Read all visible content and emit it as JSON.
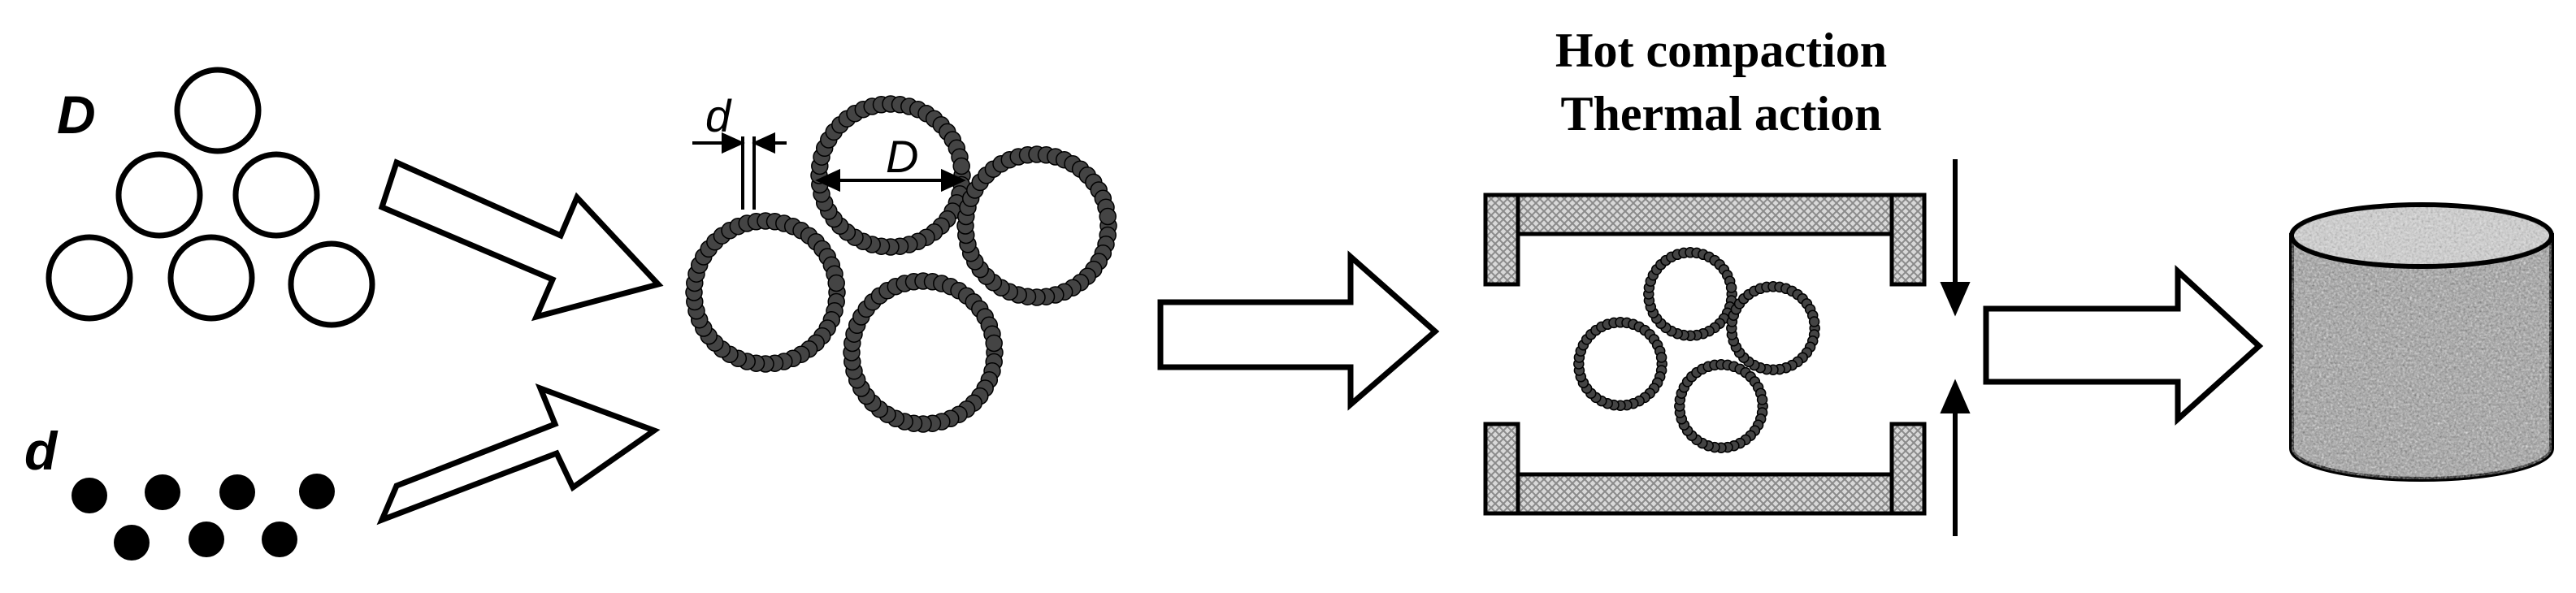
{
  "labels": {
    "large_particle": "D",
    "small_particle": "d",
    "dim_small": "d",
    "dim_large": "D",
    "title_line1": "Hot compaction",
    "title_line2": "Thermal action"
  },
  "colors": {
    "stroke": "#000000",
    "small_particle_fill": "#000000",
    "coating_bead": "#444444",
    "die_pattern": "#8a8a8a",
    "cylinder_texture": "#a8a8a8"
  }
}
